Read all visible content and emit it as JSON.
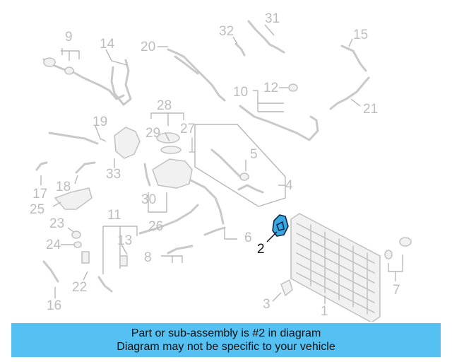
{
  "diagram": {
    "callouts": {
      "c1": "1",
      "c2": "2",
      "c3": "3",
      "c4": "4",
      "c5": "5",
      "c6": "6",
      "c7": "7",
      "c8": "8",
      "c9": "9",
      "c10": "10",
      "c11": "11",
      "c12": "12",
      "c13": "13",
      "c14": "14",
      "c15": "15",
      "c16": "16",
      "c17": "17",
      "c18": "18",
      "c19": "19",
      "c20": "20",
      "c21": "21",
      "c22": "22",
      "c23": "23",
      "c24": "24",
      "c25": "25",
      "c26": "26",
      "c27": "27",
      "c28": "28",
      "c29": "29",
      "c30": "30",
      "c31": "31",
      "c32": "32",
      "c33": "33"
    },
    "highlighted_part": "2",
    "highlight_color": "#3aa8e0",
    "banner_color": "#55c1f3"
  },
  "banner": {
    "line1": "Part or sub-assembly is #2 in diagram",
    "line2": "Diagram may not be specific to your vehicle"
  }
}
